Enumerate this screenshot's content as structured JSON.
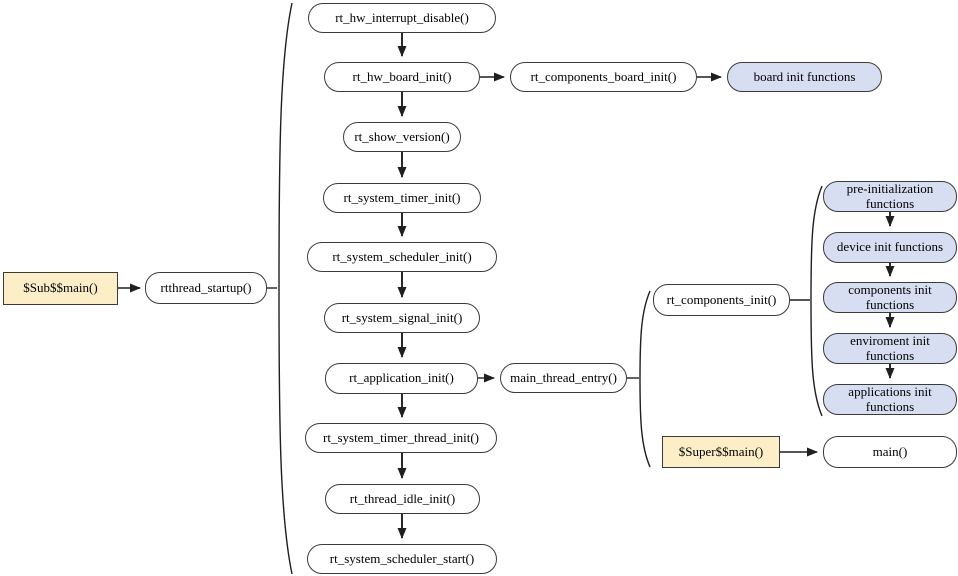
{
  "colors": {
    "entry_fill": "#FCEEC6",
    "callout_fill": "#D8DEF2",
    "node_fill": "#FFFFFF",
    "border": "#3B3B3B",
    "line": "#1F1F1F"
  },
  "nodes": {
    "sub_main": {
      "label": "$Sub$$main()",
      "kind": "entry"
    },
    "rtthread_startup": {
      "label": "rtthread_startup()",
      "kind": "function"
    },
    "rt_hw_interrupt_disable": {
      "label": "rt_hw_interrupt_disable()",
      "kind": "function"
    },
    "rt_hw_board_init": {
      "label": "rt_hw_board_init()",
      "kind": "function"
    },
    "rt_components_board_init": {
      "label": "rt_components_board_init()",
      "kind": "function"
    },
    "board_init_functions": {
      "label": "board init functions",
      "kind": "callout"
    },
    "rt_show_version": {
      "label": "rt_show_version()",
      "kind": "function"
    },
    "rt_system_timer_init": {
      "label": "rt_system_timer_init()",
      "kind": "function"
    },
    "rt_system_scheduler_init": {
      "label": "rt_system_scheduler_init()",
      "kind": "function"
    },
    "rt_system_signal_init": {
      "label": "rt_system_signal_init()",
      "kind": "function"
    },
    "rt_application_init": {
      "label": "rt_application_init()",
      "kind": "function"
    },
    "main_thread_entry": {
      "label": "main_thread_entry()",
      "kind": "function"
    },
    "rt_components_init": {
      "label": "rt_components_init()",
      "kind": "function"
    },
    "pre_initialization_functions": {
      "label": "pre-initialization functions",
      "kind": "callout"
    },
    "device_init_functions": {
      "label": "device init functions",
      "kind": "callout"
    },
    "components_init_functions": {
      "label": "components init functions",
      "kind": "callout"
    },
    "enviroment_init_functions": {
      "label": "enviroment init functions",
      "kind": "callout"
    },
    "applications_init_functions": {
      "label": "applications init functions",
      "kind": "callout"
    },
    "rt_system_timer_thread_init": {
      "label": "rt_system_timer_thread_init()",
      "kind": "function"
    },
    "rt_thread_idle_init": {
      "label": "rt_thread_idle_init()",
      "kind": "function"
    },
    "rt_system_scheduler_start": {
      "label": "rt_system_scheduler_start()",
      "kind": "function"
    },
    "super_main": {
      "label": "$Super$$main()",
      "kind": "entry"
    },
    "main": {
      "label": "main()",
      "kind": "function"
    }
  },
  "edges": [
    {
      "from": "sub_main",
      "to": "rtthread_startup",
      "type": "arrow"
    },
    {
      "from": "rtthread_startup",
      "to": "startup-sequence-group",
      "type": "brace"
    },
    {
      "from": "rt_hw_interrupt_disable",
      "to": "rt_hw_board_init",
      "type": "arrow"
    },
    {
      "from": "rt_hw_board_init",
      "to": "rt_components_board_init",
      "type": "arrow"
    },
    {
      "from": "rt_components_board_init",
      "to": "board_init_functions",
      "type": "arrow"
    },
    {
      "from": "rt_hw_board_init",
      "to": "rt_show_version",
      "type": "arrow"
    },
    {
      "from": "rt_show_version",
      "to": "rt_system_timer_init",
      "type": "arrow"
    },
    {
      "from": "rt_system_timer_init",
      "to": "rt_system_scheduler_init",
      "type": "arrow"
    },
    {
      "from": "rt_system_scheduler_init",
      "to": "rt_system_signal_init",
      "type": "arrow"
    },
    {
      "from": "rt_system_signal_init",
      "to": "rt_application_init",
      "type": "arrow"
    },
    {
      "from": "rt_application_init",
      "to": "main_thread_entry",
      "type": "arrow"
    },
    {
      "from": "main_thread_entry",
      "to": "main-thread-group",
      "type": "brace"
    },
    {
      "from": "rt_components_init",
      "to": "components-init-group",
      "type": "brace"
    },
    {
      "from": "pre_initialization_functions",
      "to": "device_init_functions",
      "type": "arrow"
    },
    {
      "from": "device_init_functions",
      "to": "components_init_functions",
      "type": "arrow"
    },
    {
      "from": "components_init_functions",
      "to": "enviroment_init_functions",
      "type": "arrow"
    },
    {
      "from": "enviroment_init_functions",
      "to": "applications_init_functions",
      "type": "arrow"
    },
    {
      "from": "rt_application_init",
      "to": "rt_system_timer_thread_init",
      "type": "arrow"
    },
    {
      "from": "rt_system_timer_thread_init",
      "to": "rt_thread_idle_init",
      "type": "arrow"
    },
    {
      "from": "rt_thread_idle_init",
      "to": "rt_system_scheduler_start",
      "type": "arrow"
    },
    {
      "from": "super_main",
      "to": "main",
      "type": "arrow"
    }
  ],
  "groups": {
    "startup_sequence": [
      "rt_hw_interrupt_disable",
      "rt_hw_board_init",
      "rt_show_version",
      "rt_system_timer_init",
      "rt_system_scheduler_init",
      "rt_system_signal_init",
      "rt_application_init",
      "rt_system_timer_thread_init",
      "rt_thread_idle_init",
      "rt_system_scheduler_start"
    ],
    "main_thread": [
      "rt_components_init",
      "super_main"
    ],
    "components_init": [
      "pre_initialization_functions",
      "device_init_functions",
      "components_init_functions",
      "enviroment_init_functions",
      "applications_init_functions"
    ]
  }
}
